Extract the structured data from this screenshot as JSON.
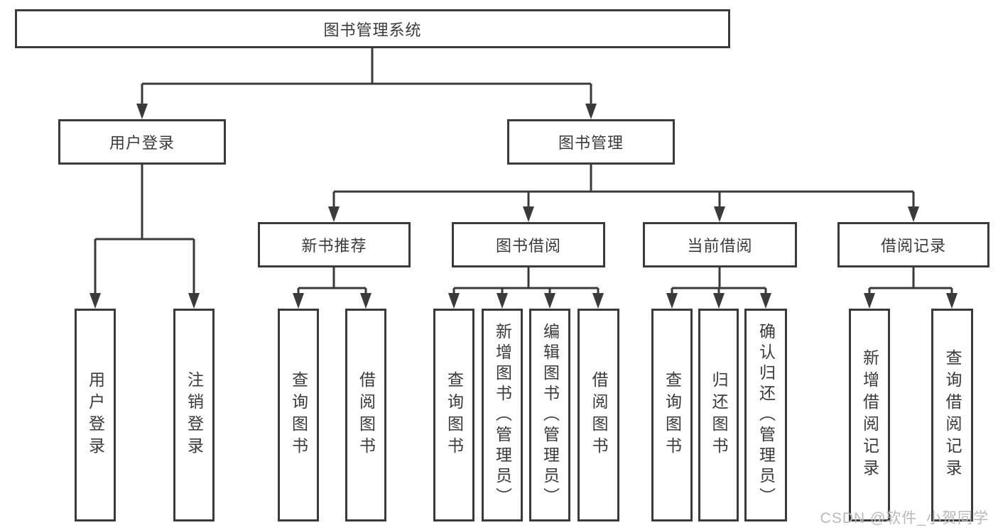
{
  "diagram": {
    "root": {
      "label": "图书管理系统"
    },
    "level2": [
      {
        "label": "用户登录"
      },
      {
        "label": "图书管理"
      }
    ],
    "level3": [
      {
        "label": "新书推荐"
      },
      {
        "label": "图书借阅"
      },
      {
        "label": "当前借阅"
      },
      {
        "label": "借阅记录"
      }
    ],
    "leaves": {
      "user_login": [
        "用户登录",
        "注销登录"
      ],
      "new_book": [
        "查询图书",
        "借阅图书"
      ],
      "book_borrow": [
        "查询图书",
        "新增图书（管理员）",
        "编辑图书（管理员）",
        "借阅图书"
      ],
      "current_borrow": [
        "查询图书",
        "归还图书",
        "确认归还（管理员）"
      ],
      "borrow_records": [
        "新增借阅记录",
        "查询借阅记录"
      ]
    },
    "line_color": "#3a3a3a"
  },
  "watermark": {
    "text": "CSDN @软件_小贺同学"
  }
}
